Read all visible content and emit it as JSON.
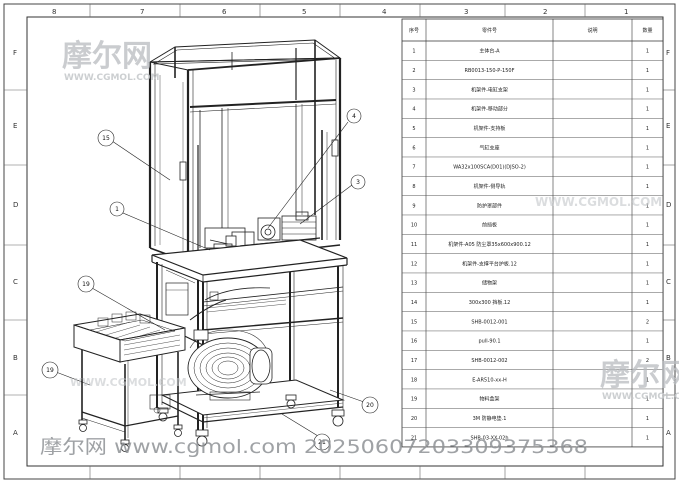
{
  "columns_top": [
    "8",
    "7",
    "6",
    "5",
    "4",
    "3",
    "2",
    "1"
  ],
  "rows_side": [
    "F",
    "E",
    "D",
    "C",
    "B",
    "A"
  ],
  "bom": {
    "headers": [
      "序号",
      "零件号",
      "说明",
      "数量"
    ],
    "rows": [
      [
        "1",
        "主体台-A",
        "",
        "1"
      ],
      [
        "2",
        "RB0013-150-P-150F",
        "",
        "1"
      ],
      [
        "3",
        "机架件-电缸支架",
        "",
        "1"
      ],
      [
        "4",
        "机架件-移动部分",
        "",
        "1"
      ],
      [
        "5",
        "机架件-支持板",
        "",
        "1"
      ],
      [
        "6",
        "气缸支座",
        "",
        "1"
      ],
      [
        "7",
        "WA32x100SCA(D01)(DJSO-2)",
        "",
        "1"
      ],
      [
        "8",
        "机架件-侧导轨",
        "",
        "1"
      ],
      [
        "9",
        "防护罩部件",
        "",
        "1"
      ],
      [
        "10",
        "前挡板",
        "",
        "1"
      ],
      [
        "11",
        "机架件-A05 防尘罩35x600x900.12",
        "",
        "1"
      ],
      [
        "12",
        "机架件-支撑平台护板.12",
        "",
        "1"
      ],
      [
        "13",
        "储物架",
        "",
        "1"
      ],
      [
        "14",
        "300x300 挡板.12",
        "",
        "1"
      ],
      [
        "15",
        "SHB-0012-001",
        "",
        "2"
      ],
      [
        "16",
        "pull-90.1",
        "",
        "1"
      ],
      [
        "17",
        "SHB-0012-002",
        "",
        "2"
      ],
      [
        "18",
        "E-AR510-xx-H",
        "",
        "1"
      ],
      [
        "19",
        "物料盒架",
        "",
        "1"
      ],
      [
        "20",
        "3M 防静电垫.1",
        "",
        "1"
      ],
      [
        "21",
        "SHB-03-XX-02h",
        "",
        "1"
      ]
    ]
  },
  "balloons": [
    "15",
    "4",
    "3",
    "1",
    "19",
    "19",
    "20",
    "21"
  ],
  "watermarks": {
    "logo": "摩尔网",
    "site": "WWW.CGMOL.COM",
    "bottom": "摩尔网 www.cgmol.com 20250607203309375368"
  }
}
